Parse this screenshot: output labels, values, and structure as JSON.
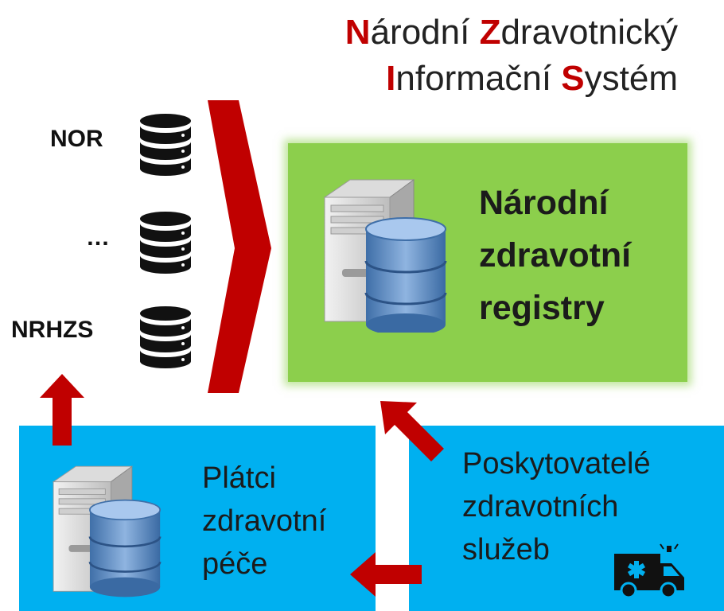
{
  "title": {
    "line1": [
      {
        "hl": "N"
      },
      {
        "t": "árodní "
      },
      {
        "hl": "Z"
      },
      {
        "t": "dravotnický"
      }
    ],
    "line2": [
      {
        "hl": "I"
      },
      {
        "t": "nformační "
      },
      {
        "hl": "S"
      },
      {
        "t": "ystém"
      }
    ]
  },
  "sources": [
    {
      "label": "NOR",
      "icon": "database-icon"
    },
    {
      "label": "…",
      "icon": "database-icon"
    },
    {
      "label": "NRHZS",
      "icon": "database-icon"
    }
  ],
  "registry": {
    "lines": [
      "Národní",
      "zdravotní",
      "registry"
    ],
    "icon": "server-database-icon"
  },
  "payers": {
    "lines": [
      "Plátci",
      "zdravotní",
      "péče"
    ],
    "icon": "server-database-icon"
  },
  "providers": {
    "lines": [
      "Poskytovatelé",
      "zdravotních",
      "služeb"
    ],
    "icon": "ambulance-icon"
  },
  "colors": {
    "accent": "#c00000",
    "registry_bg": "#8ccf4c",
    "box_bg": "#00b0f0",
    "arrow": "#c00000"
  }
}
